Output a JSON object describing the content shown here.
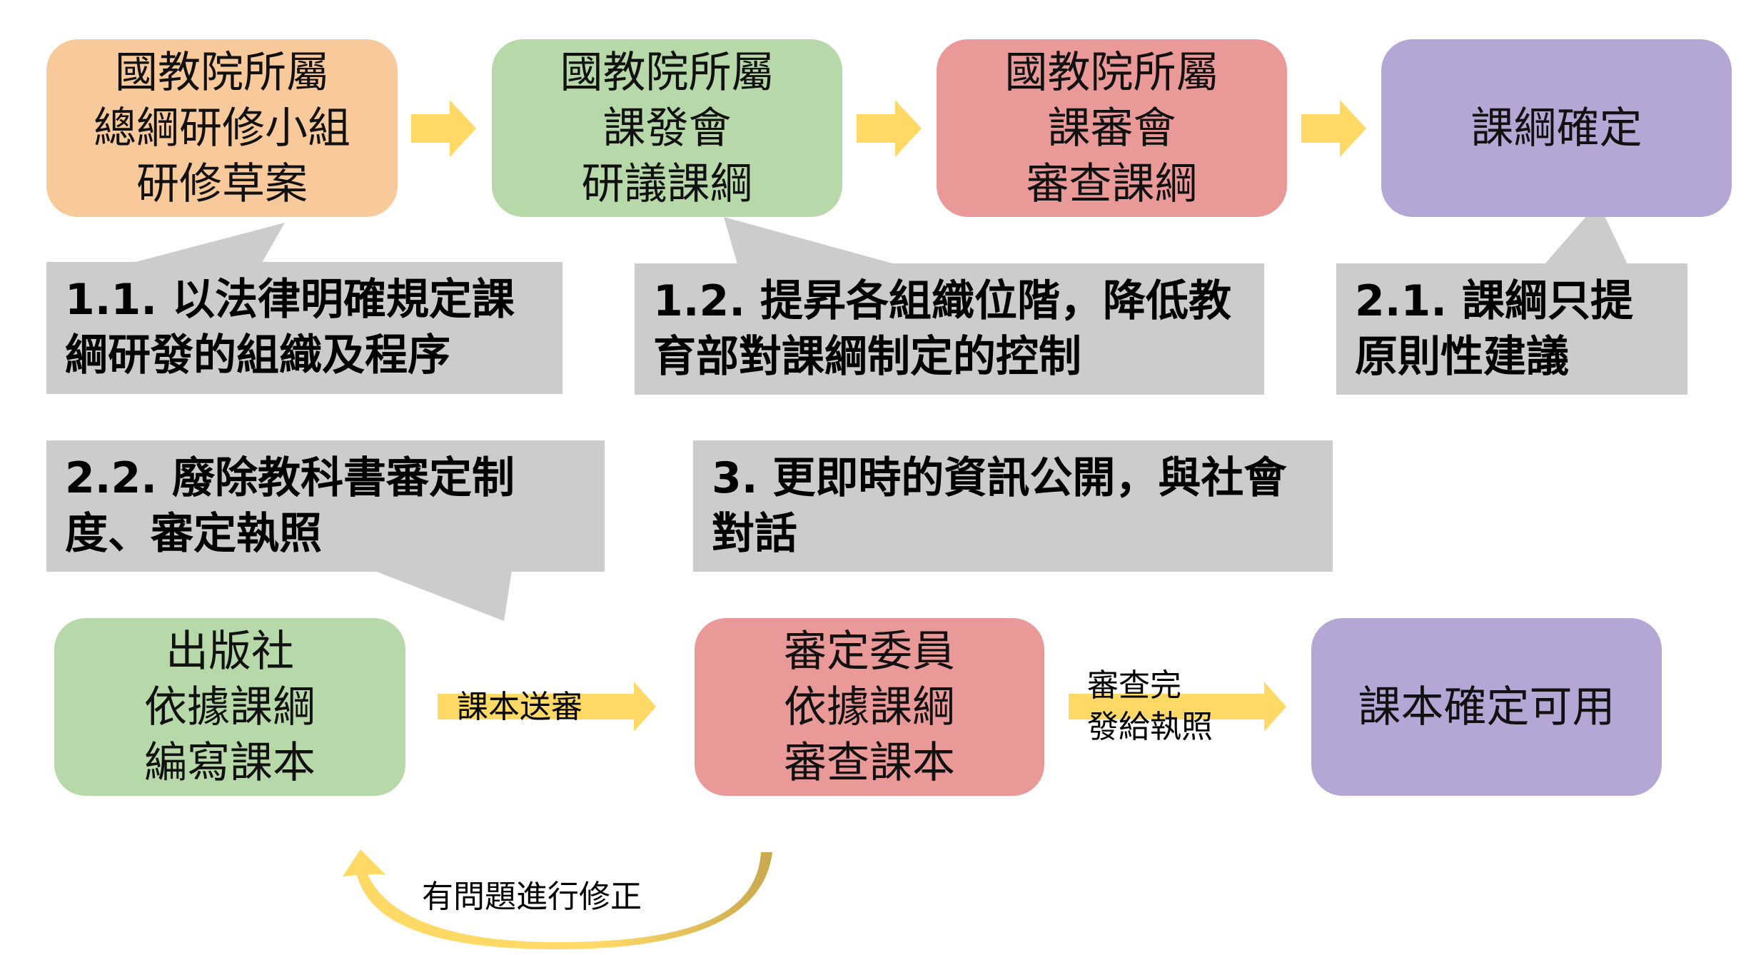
{
  "colors": {
    "orange": "#f8c99b",
    "green": "#b7d8a8",
    "red": "#ea9999",
    "purple": "#b4a7d6",
    "gray": "#cccccc",
    "arrow": "#ffd966",
    "arrow_dark": "#c9a84e"
  },
  "top_row": [
    {
      "lines": [
        "國教院所屬",
        "總綱研修小組",
        "研修草案"
      ]
    },
    {
      "lines": [
        "國教院所屬",
        "課發會",
        "研議課綱"
      ]
    },
    {
      "lines": [
        "國教院所屬",
        "課審會",
        "審查課綱"
      ]
    },
    {
      "lines": [
        "課綱確定"
      ]
    }
  ],
  "callouts": [
    {
      "lines": [
        "1.1. 以法律明確規定課",
        "綱研發的組織及程序"
      ]
    },
    {
      "lines": [
        "1.2. 提昇各組織位階，降低教",
        "育部對課綱制定的控制"
      ]
    },
    {
      "lines": [
        "2.1. 課綱只提",
        "原則性建議"
      ]
    },
    {
      "lines": [
        "2.2. 廢除教科書審定制",
        "度、審定執照"
      ]
    },
    {
      "lines": [
        "3. 更即時的資訊公開，與社會",
        "對話"
      ]
    }
  ],
  "bottom_row": [
    {
      "lines": [
        "出版社",
        "依據課綱",
        "編寫課本"
      ]
    },
    {
      "lines": [
        "審定委員",
        "依據課綱",
        "審查課本"
      ]
    },
    {
      "lines": [
        "課本確定可用"
      ]
    }
  ],
  "arrow_labels": {
    "submit": "課本送審",
    "approve": [
      "審查完",
      "發給執照"
    ],
    "revise": "有問題進行修正"
  }
}
